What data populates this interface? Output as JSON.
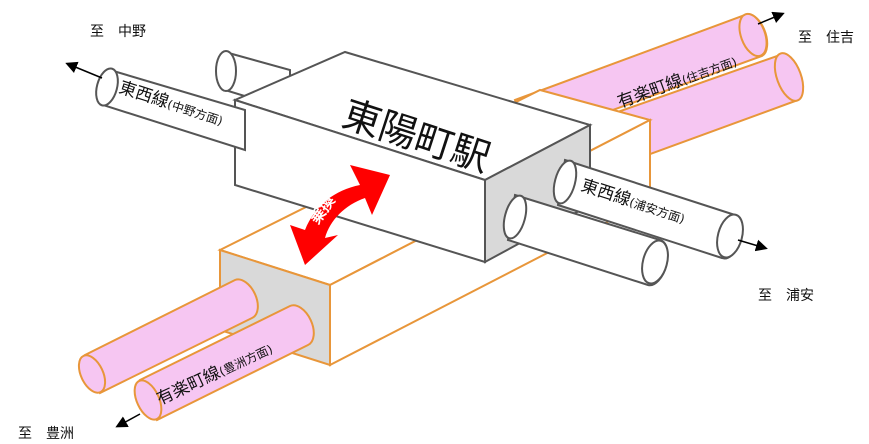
{
  "station": {
    "name": "東陽町駅"
  },
  "transfer_label": "乗換",
  "lines": {
    "tozai_nakano": {
      "main": "東西線",
      "sub": "(中野方面)"
    },
    "tozai_urayasu": {
      "main": "東西線",
      "sub": "(浦安方面)"
    },
    "yurakucho_sumiyoshi": {
      "main": "有楽町線",
      "sub": "(住吉方面)"
    },
    "yurakucho_toyosu": {
      "main": "有楽町線",
      "sub": "(豊洲方面)"
    }
  },
  "destinations": {
    "nakano": "至　中野",
    "sumiyoshi": "至　住吉",
    "urayasu": "至　浦安",
    "toyosu": "至　豊洲"
  },
  "colors": {
    "tozai_tube": "#ffffff",
    "tozai_stroke": "#555555",
    "yurakucho_tube": "#f6c6f2",
    "yurakucho_stroke": "#e8963a",
    "lower_box_stroke": "#e8963a",
    "box_side": "#d9d9d9",
    "transfer_arrow": "#ff0000"
  }
}
